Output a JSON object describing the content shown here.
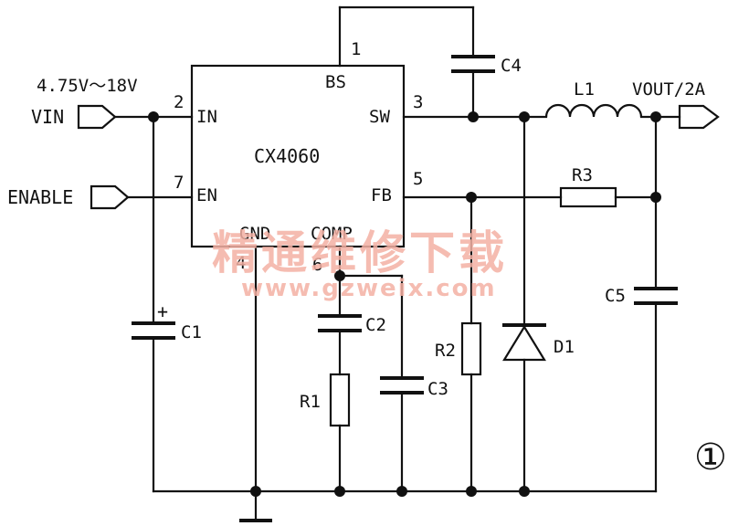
{
  "ic": {
    "name": "CX4060",
    "pins": {
      "bs": {
        "num": "1",
        "label": "BS"
      },
      "in": {
        "num": "2",
        "label": "IN"
      },
      "sw": {
        "num": "3",
        "label": "SW"
      },
      "gnd": {
        "num": "4",
        "label": "GND"
      },
      "fb": {
        "num": "5",
        "label": "FB"
      },
      "comp": {
        "num": "6",
        "label": "COMP"
      },
      "en": {
        "num": "7",
        "label": "EN"
      }
    }
  },
  "ports": {
    "vin_label": "VIN",
    "vin_range": "4.75V～18V",
    "enable_label": "ENABLE",
    "vout_label": "VOUT/2A"
  },
  "components": {
    "c1": "C1",
    "c1_polarity": "+",
    "c2": "C2",
    "c3": "C3",
    "c4": "C4",
    "c5": "C5",
    "r1": "R1",
    "r2": "R2",
    "r3": "R3",
    "l1": "L1",
    "d1": "D1"
  },
  "watermark": {
    "text": "精通维修下载",
    "url": "www.gzweix.com",
    "color": "#f4b1a4"
  },
  "figure_number": "①"
}
